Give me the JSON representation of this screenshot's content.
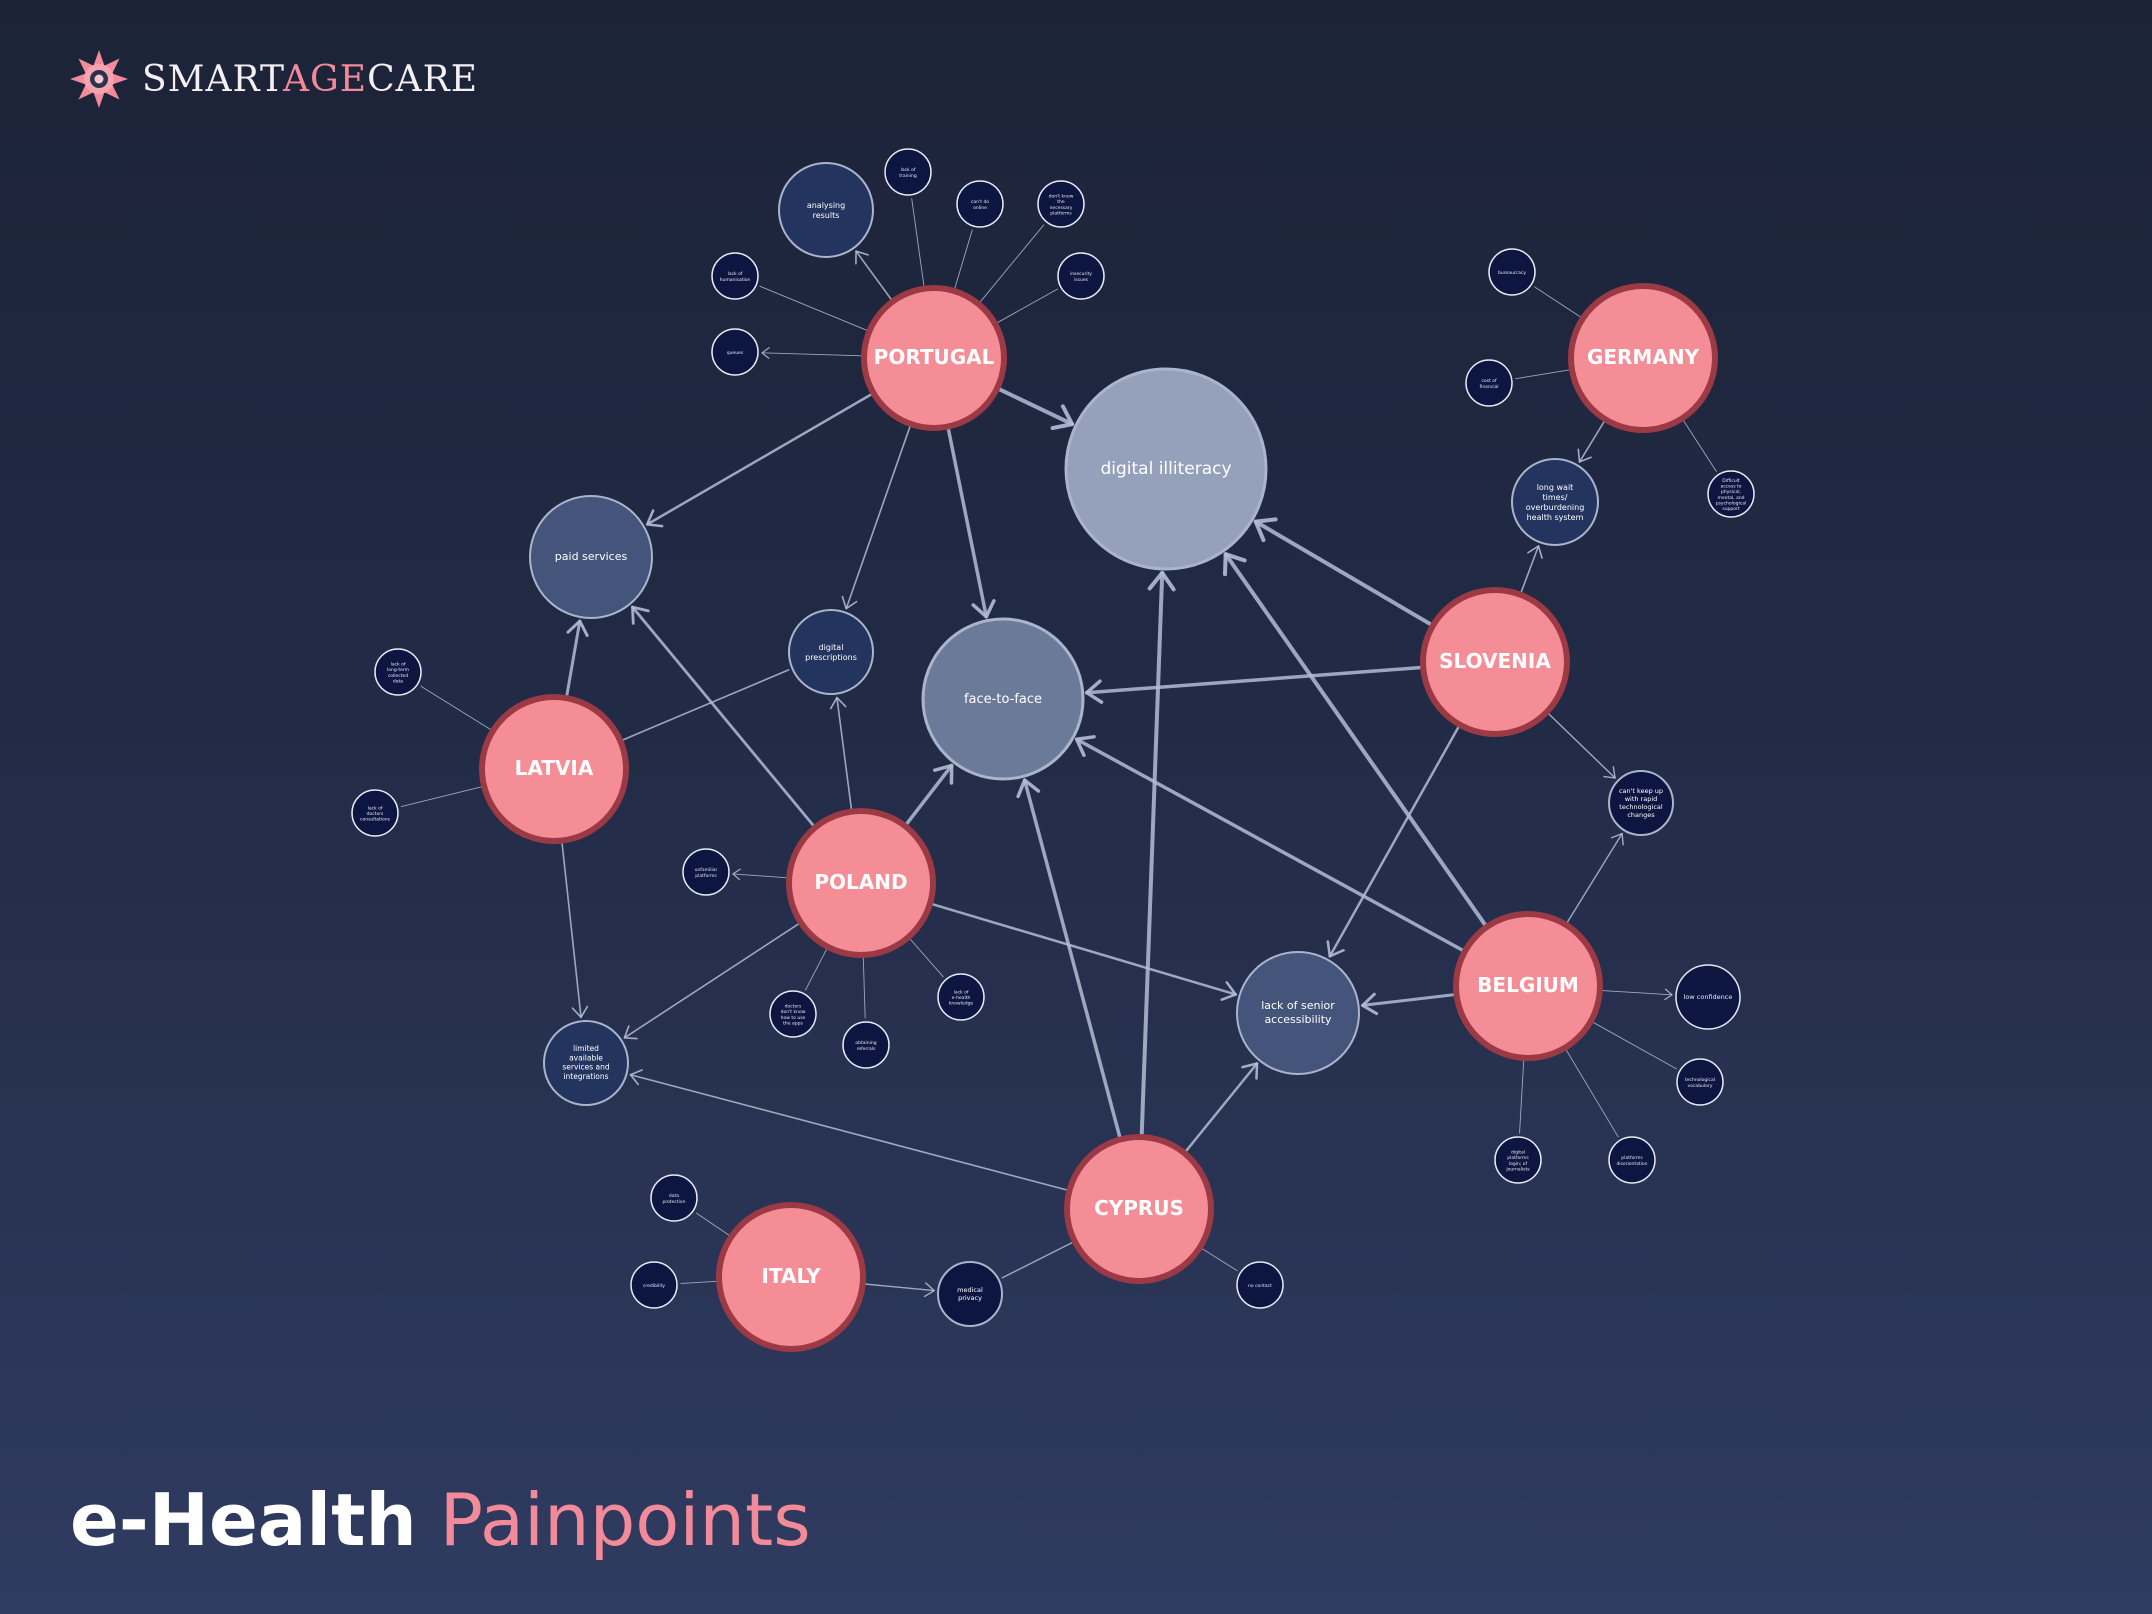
{
  "brand": {
    "name_part1": "SMART",
    "name_part2": "AGE",
    "name_part3": "CARE"
  },
  "title": {
    "part1": "e-Health",
    "part2": "Painpoints"
  },
  "colors": {
    "country_fill": "#f58d97",
    "country_stroke": "#9b3a44",
    "topic_big": "#95a1bb",
    "topic_mid": "#6b7a99",
    "topic_small": "#44547a",
    "topic_dark": "#23345f",
    "leaf": "#0d1641",
    "edge": "#b2bdd5"
  },
  "countries": [
    {
      "id": "portugal",
      "label": "PORTUGAL"
    },
    {
      "id": "germany",
      "label": "GERMANY"
    },
    {
      "id": "slovenia",
      "label": "SLOVENIA"
    },
    {
      "id": "latvia",
      "label": "LATVIA"
    },
    {
      "id": "poland",
      "label": "POLAND"
    },
    {
      "id": "belgium",
      "label": "BELGIUM"
    },
    {
      "id": "cyprus",
      "label": "CYPRUS"
    },
    {
      "id": "italy",
      "label": "ITALY"
    }
  ],
  "topics": [
    {
      "id": "digital-illiteracy",
      "label": "digital illiteracy"
    },
    {
      "id": "face-to-face",
      "label": "face-to-face"
    },
    {
      "id": "paid-services",
      "label": "paid services"
    },
    {
      "id": "lack-senior",
      "label": "lack of senior accessibility"
    },
    {
      "id": "digital-prescriptions",
      "label": "digital prescriptions"
    },
    {
      "id": "limited-services",
      "label": "limited available services and integrations"
    },
    {
      "id": "long-wait",
      "label": "long wait times/ overburdening health system"
    },
    {
      "id": "analysing",
      "label": "analysing results"
    },
    {
      "id": "cant-keep-up",
      "label": "can't keep up with rapid technological changes"
    },
    {
      "id": "medical-privacy",
      "label": "medical privacy"
    }
  ],
  "leaves": [
    {
      "id": "pt-l1",
      "label": "lack of training"
    },
    {
      "id": "pt-l2",
      "label": "can't do online"
    },
    {
      "id": "pt-l3",
      "label": "don't know the necessary platforms"
    },
    {
      "id": "pt-l4",
      "label": "insecurity issues"
    },
    {
      "id": "pt-l5",
      "label": "lack of humanisation"
    },
    {
      "id": "pt-l6",
      "label": "queues"
    },
    {
      "id": "de-l1",
      "label": "bureaucracy"
    },
    {
      "id": "de-l2",
      "label": "cost of financial"
    },
    {
      "id": "de-l3",
      "label": "Difficult access to physical, mental, and psychological support"
    },
    {
      "id": "lv-l1",
      "label": "lack of long-term collected data"
    },
    {
      "id": "lv-l2",
      "label": "lack of doctors consultations"
    },
    {
      "id": "pl-l1",
      "label": "unfamiliar platforms"
    },
    {
      "id": "pl-l2",
      "label": "doctors don't know how to use the apps"
    },
    {
      "id": "pl-l3",
      "label": "obtaining referrals"
    },
    {
      "id": "pl-l4",
      "label": "lack of e-health knowledge"
    },
    {
      "id": "be-l1",
      "label": "low confidence"
    },
    {
      "id": "be-l2",
      "label": "technological vocabulary"
    },
    {
      "id": "be-l3",
      "label": "platforms disorientation"
    },
    {
      "id": "be-l4",
      "label": "digital platforms login; of journalists"
    },
    {
      "id": "cy-l1",
      "label": "no contact"
    },
    {
      "id": "it-l1",
      "label": "data protection"
    },
    {
      "id": "it-l2",
      "label": "credibility"
    }
  ]
}
